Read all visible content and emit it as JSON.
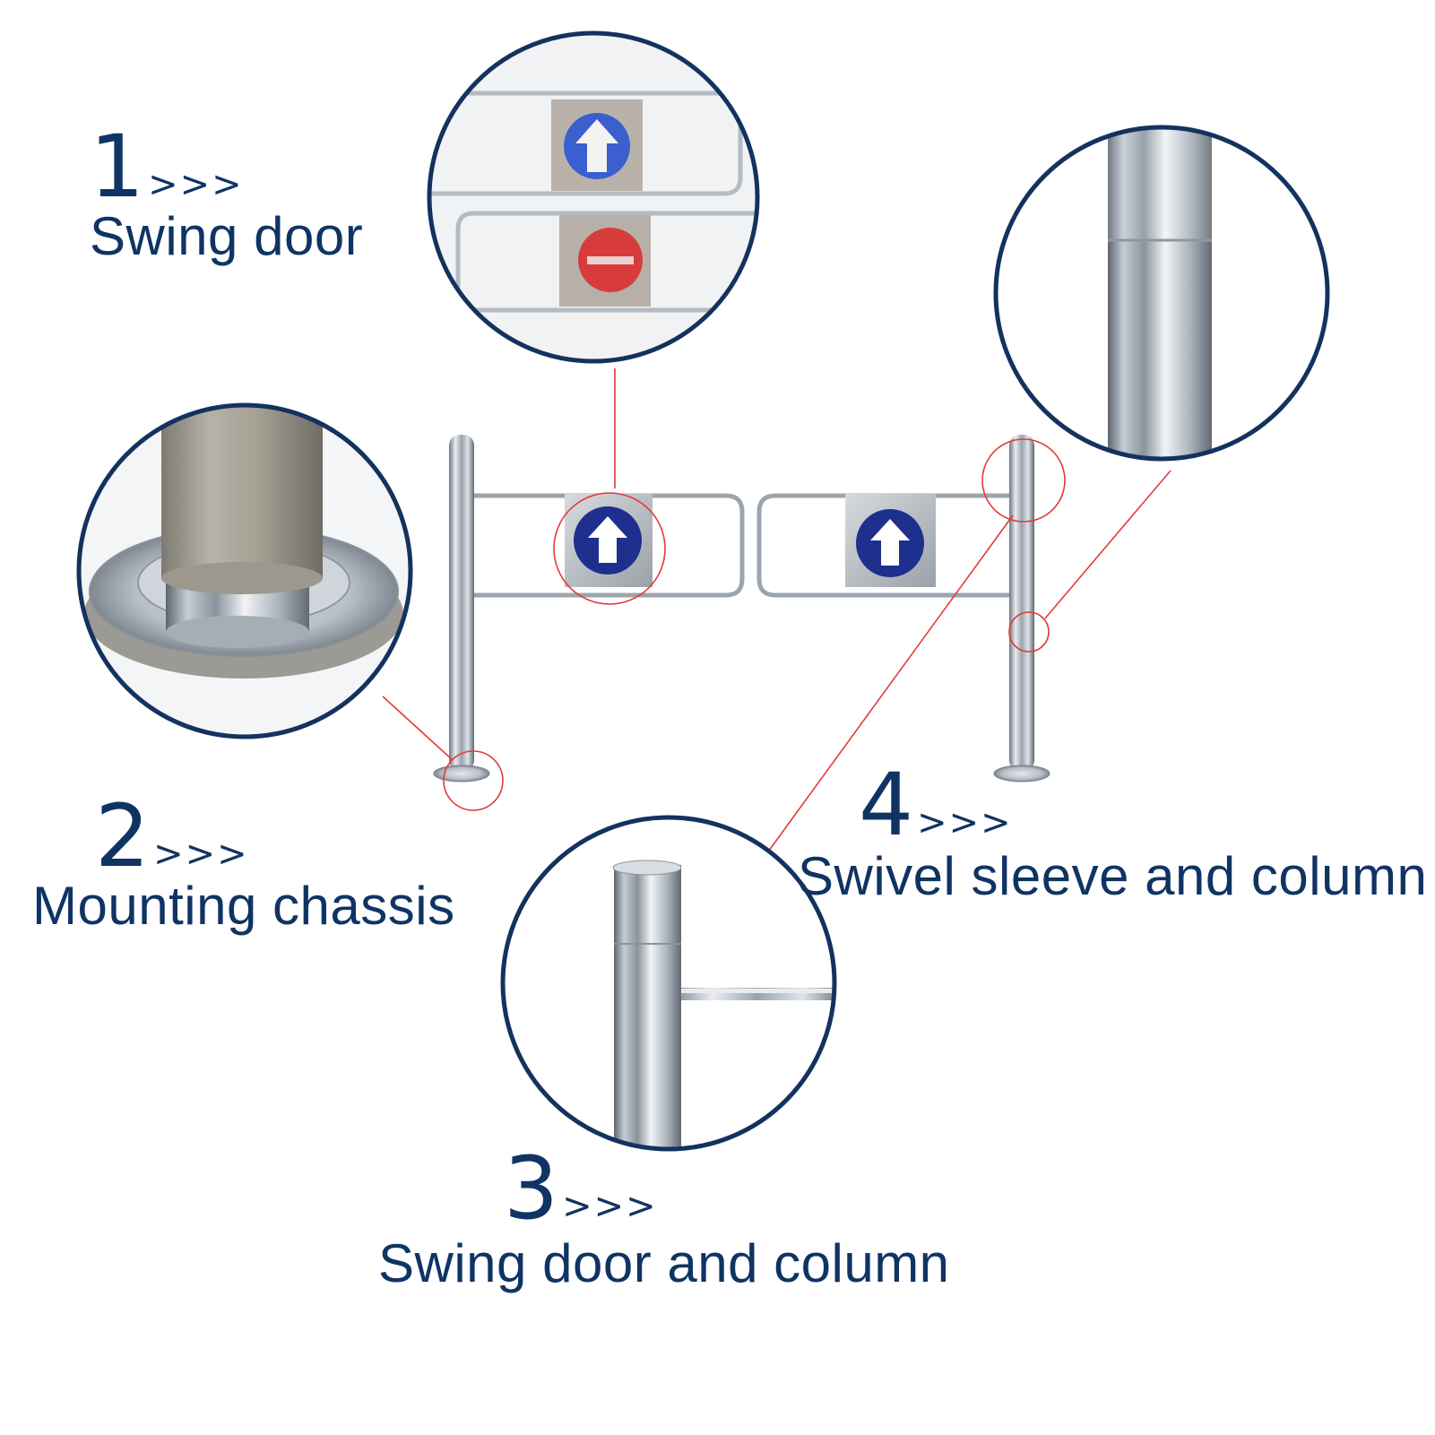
{
  "colors": {
    "text_navy": "#0f3464",
    "frame_navy": "#13325f",
    "callout_red": "#e33a3a",
    "sign_blue": "#1e2f8e",
    "sign_red": "#d83b3b",
    "steel": "#b9c0c8"
  },
  "labels": [
    {
      "number": "1",
      "arrows": ">>>",
      "title": "Swing door"
    },
    {
      "number": "2",
      "arrows": ">>>",
      "title": "Mounting chassis"
    },
    {
      "number": "3",
      "arrows": ">>>",
      "title": "Swing door and column"
    },
    {
      "number": "4",
      "arrows": ">>>",
      "title": "Swivel sleeve and column"
    }
  ],
  "icons": {
    "pass": "up-arrow-icon",
    "no_entry": "no-entry-icon"
  }
}
